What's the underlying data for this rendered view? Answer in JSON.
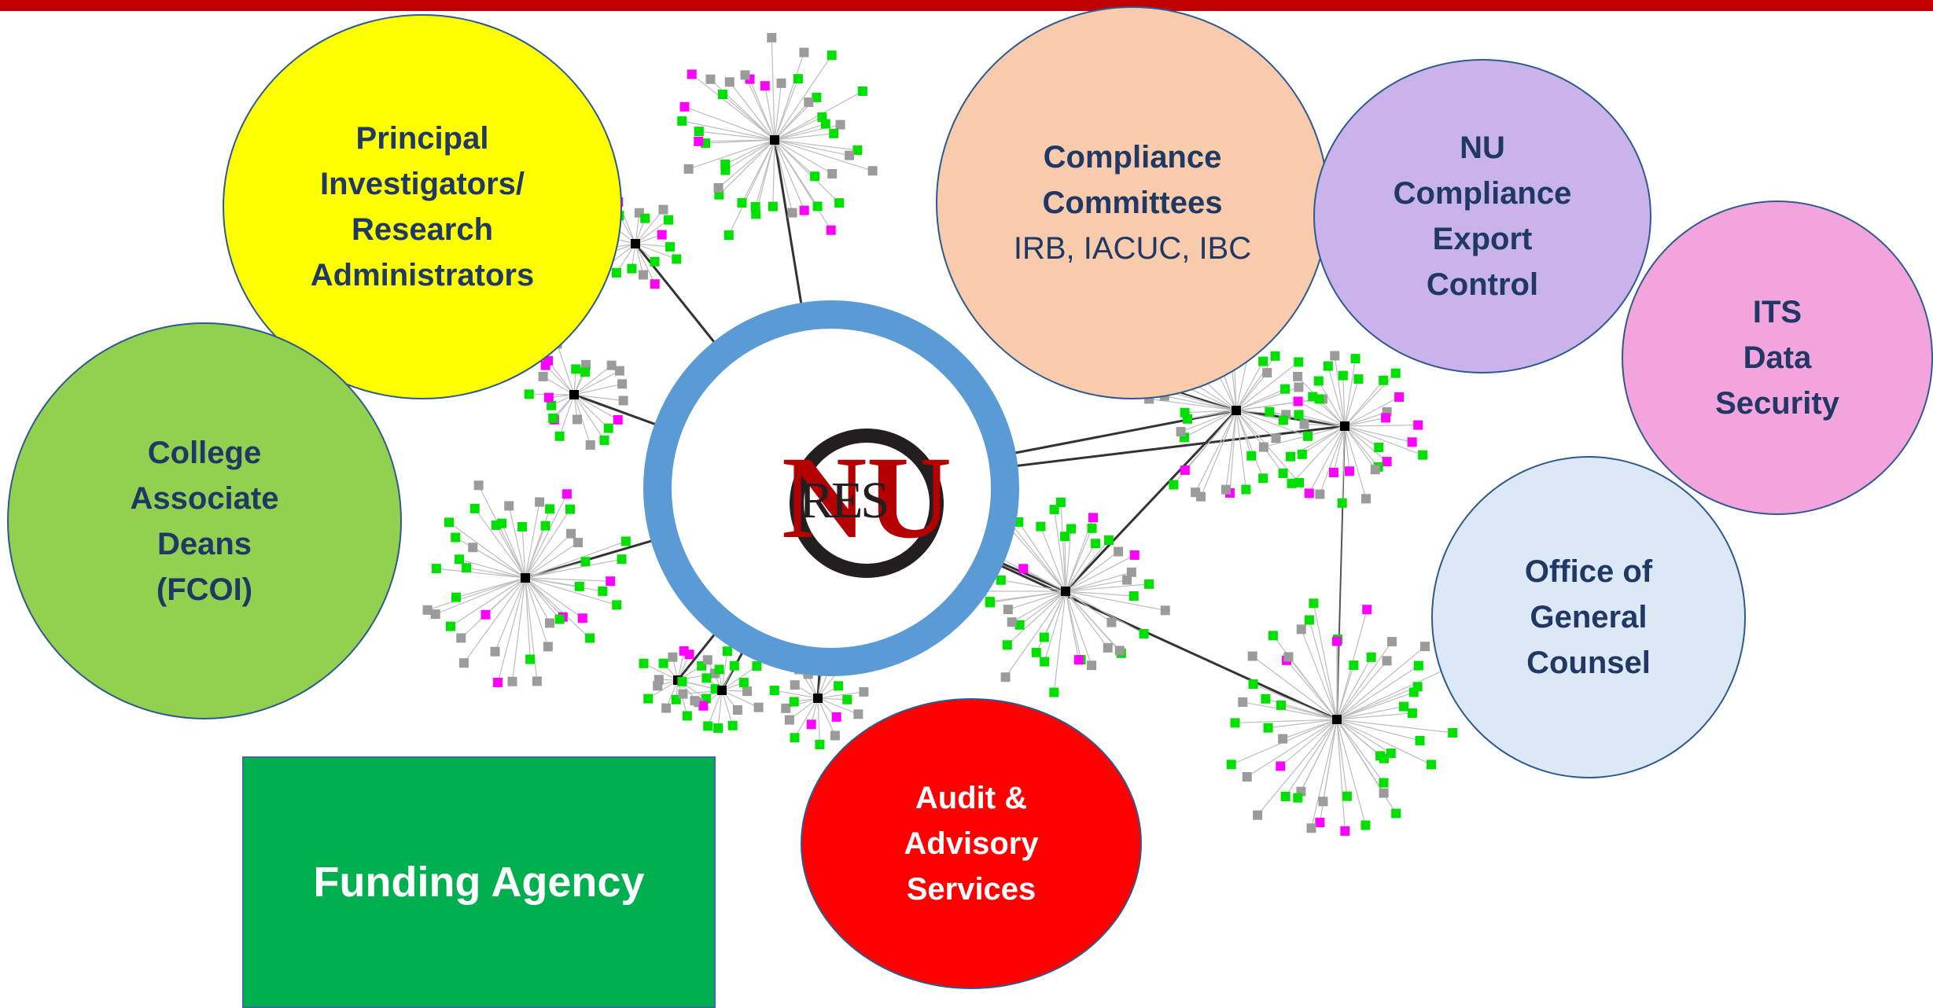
{
  "colors": {
    "top_bar": "#c00000",
    "pi": "#ffff00",
    "deans": "#92d050",
    "compliance": "#f8cbad",
    "nu_compliance": "#c9b3ea",
    "its": "#f4a4dd",
    "ogc": "#dce8f5",
    "audit": "#ff0000",
    "funding": "#00b050",
    "hub_ring": "#5b9bd5",
    "dot_green": "#00e000",
    "dot_gray": "#9b9b9b",
    "dot_magenta": "#ff00ff"
  },
  "hub": {
    "logo_n": "N",
    "logo_u": "U",
    "logo_res": "RES"
  },
  "nodes": {
    "pi": {
      "lines": [
        "Principal",
        "Investigators/",
        "Research",
        "Administrators"
      ]
    },
    "deans": {
      "lines": [
        "College",
        "Associate",
        "Deans",
        "(FCOI)"
      ]
    },
    "compliance": {
      "title_lines": [
        "Compliance",
        "Committees"
      ],
      "subtitle": "IRB, IACUC, IBC"
    },
    "nu_compliance": {
      "lines": [
        "NU",
        "Compliance",
        "Export",
        "Control"
      ]
    },
    "its": {
      "lines": [
        "ITS",
        "Data",
        "Security"
      ]
    },
    "ogc": {
      "lines": [
        "Office of",
        "General",
        "Counsel"
      ]
    },
    "audit": {
      "lines": [
        "Audit &",
        "Advisory",
        "Services"
      ]
    },
    "funding": {
      "label": "Funding Agency"
    }
  }
}
